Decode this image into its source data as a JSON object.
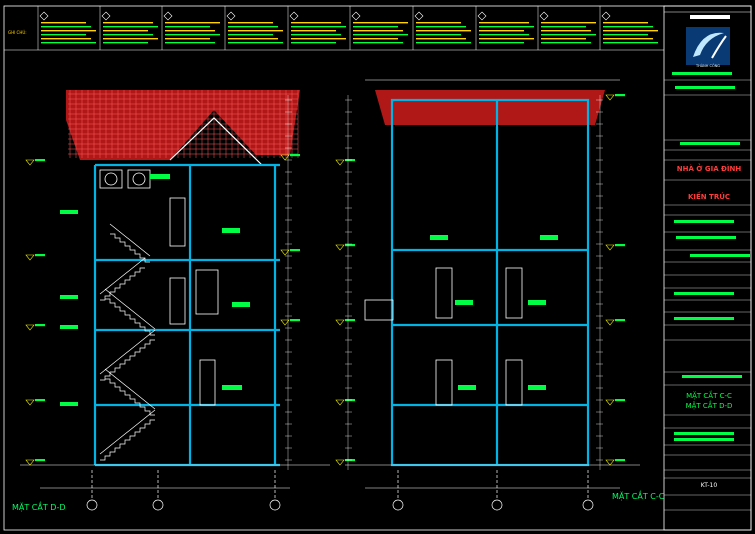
{
  "drawing": {
    "section_left_title": "MẶT CẮT D-D",
    "section_right_title": "MẶT CẮT C-C",
    "notes_heading": "GHI CHÚ:",
    "notes_count": 10
  },
  "title_block": {
    "project_name": "NHÀ Ở GIA ĐÌNH",
    "discipline": "KIẾN TRÚC",
    "sheet_title_line1": "MẶT CẮT C-C",
    "sheet_title_line2": "MẶT CẮT D-D",
    "sheet_number": "KT-10",
    "logo_caption": "THÀNH CÔNG"
  },
  "colors": {
    "background": "#000000",
    "wall": "#00b4e6",
    "roof": "#d21e1e",
    "label_fill": "#00ff44",
    "frame": "#ffffff",
    "marker": "#ffff00"
  }
}
